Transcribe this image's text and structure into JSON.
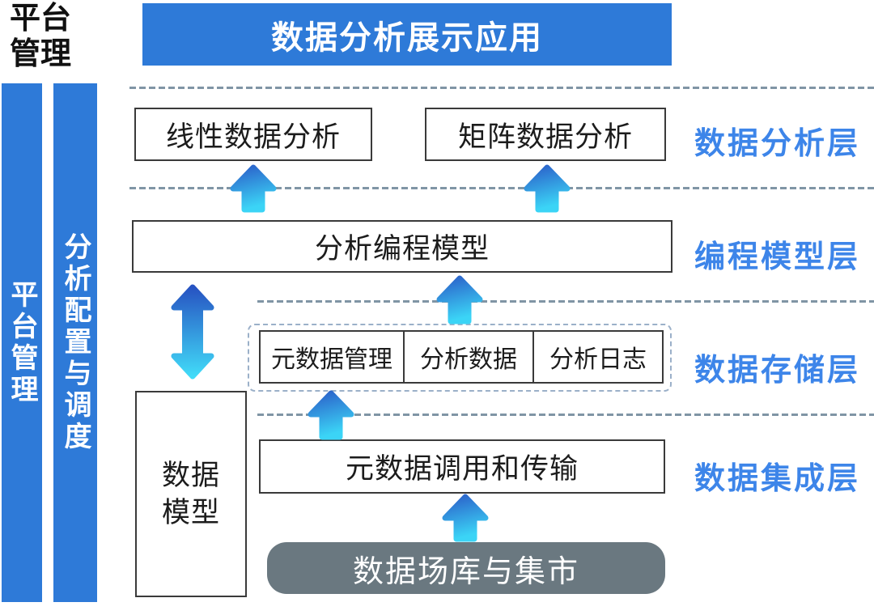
{
  "corner_label": {
    "lines": [
      "平台",
      "管理"
    ]
  },
  "banner": {
    "label": "数据分析展示应用"
  },
  "side_bars": [
    {
      "label": "平台管理"
    },
    {
      "label": "分析配置与调度"
    }
  ],
  "layers": [
    {
      "name": "数据分析层",
      "boxes": [
        "线性数据分析",
        "矩阵数据分析"
      ]
    },
    {
      "name": "编程模型层",
      "boxes": [
        "分析编程模型"
      ]
    },
    {
      "name": "数据存储层",
      "cells": [
        "元数据管理",
        "分析数据",
        "分析日志"
      ]
    },
    {
      "name": "数据集成层",
      "boxes": [
        "元数据调用和传输"
      ]
    }
  ],
  "data_model_box": {
    "lines": [
      "数据",
      "模型"
    ]
  },
  "source_box": {
    "label": "数据场库与集市"
  },
  "icons": {
    "up_arrow": "gradient-up-arrow",
    "double_arrow": "gradient-vertical-double-arrow"
  },
  "colors": {
    "banner_blue": "#2e7ad8",
    "label_blue": "#3d85e9",
    "box_border": "#3a3a3a",
    "dashed_line": "#8095a5",
    "storage_dashed_border": "#9bb0c9",
    "source_gray": "#6a7880",
    "arrow_gradient_top": "#2b5fc9",
    "arrow_gradient_bottom": "#3bd4f6"
  }
}
